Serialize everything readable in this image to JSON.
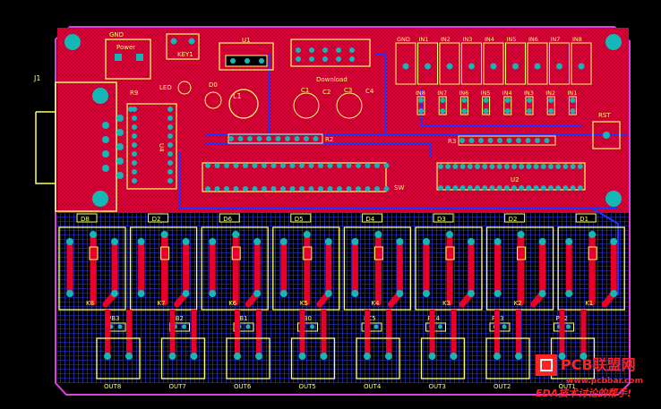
{
  "board": {
    "copper_colors": {
      "top": "#d4002a",
      "bottom": "#2233ff",
      "silk": "#ffff66",
      "outline": "#e040e0",
      "pad": "#15b6b6"
    }
  },
  "labels": {
    "j1": "J1",
    "gnd_power": "GND",
    "power": "Power",
    "key": "KEY1",
    "u1": "U1",
    "led": "LED",
    "d0": "D0",
    "l1": "L1",
    "c1": "C1",
    "c2": "C2",
    "c3": "C3",
    "c4": "C4",
    "download": "Download",
    "rst": "RST",
    "r2": "R2",
    "r3": "R3",
    "r9": "R9",
    "u2": "U2",
    "u4": "U4",
    "sw": "SW"
  },
  "in_header": [
    "GND",
    "IN1",
    "IN2",
    "IN3",
    "IN4",
    "IN5",
    "IN6",
    "IN7",
    "IN8"
  ],
  "in_resistors": [
    "IN8",
    "IN7",
    "IN6",
    "IN5",
    "IN4",
    "IN3",
    "IN2",
    "IN1"
  ],
  "diodes": [
    "D8",
    "D2",
    "D6",
    "D5",
    "D4",
    "D3",
    "D2",
    "D1"
  ],
  "relays": [
    "K8",
    "K7",
    "K6",
    "K5",
    "K4",
    "K3",
    "K2",
    "K1"
  ],
  "pin_labels": [
    "PB3",
    "PB2",
    "PB1",
    "PB0",
    "PC5",
    "PC4",
    "PC3",
    "PC2"
  ],
  "outputs": [
    "OUT8",
    "OUT7",
    "OUT6",
    "OUT5",
    "OUT4",
    "OUT3",
    "OUT2",
    "OUT1"
  ],
  "watermark": {
    "brand": "PCB联盟网",
    "url": "www.pcbbar.com",
    "slogan": "EDA技术讨论的帮手!"
  }
}
